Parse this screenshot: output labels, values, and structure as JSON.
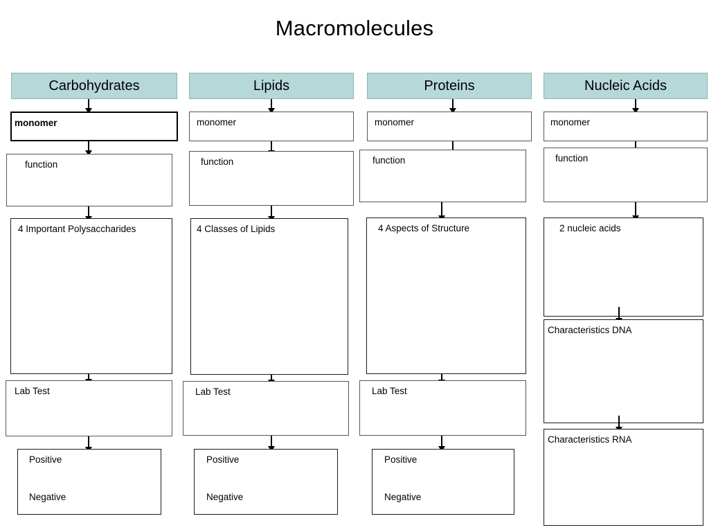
{
  "title": "Macromolecules",
  "colors": {
    "header_fill": "#b6d8d9",
    "header_border": "#8ab4b5",
    "box_border": "#555555",
    "text": "#000000",
    "background": "#ffffff"
  },
  "columns": [
    {
      "id": "carbohydrates",
      "header": "Carbohydrates",
      "nodes": [
        {
          "id": "monomer",
          "label": "monomer"
        },
        {
          "id": "function",
          "label": "function"
        },
        {
          "id": "group",
          "label": "4 Important Polysaccharides"
        },
        {
          "id": "lab-test",
          "label": "Lab Test"
        },
        {
          "id": "result",
          "label": "Positive",
          "label2": "Negative"
        }
      ]
    },
    {
      "id": "lipids",
      "header": "Lipids",
      "nodes": [
        {
          "id": "monomer",
          "label": "monomer"
        },
        {
          "id": "function",
          "label": "function"
        },
        {
          "id": "group",
          "label": "4 Classes of Lipids"
        },
        {
          "id": "lab-test",
          "label": "Lab Test"
        },
        {
          "id": "result",
          "label": "Positive",
          "label2": "Negative"
        }
      ]
    },
    {
      "id": "proteins",
      "header": "Proteins",
      "nodes": [
        {
          "id": "monomer",
          "label": "monomer"
        },
        {
          "id": "function",
          "label": "function"
        },
        {
          "id": "group",
          "label": "4 Aspects of  Structure"
        },
        {
          "id": "lab-test",
          "label": "Lab Test"
        },
        {
          "id": "result",
          "label": "Positive",
          "label2": "Negative"
        }
      ]
    },
    {
      "id": "nucleic-acids",
      "header": "Nucleic Acids",
      "nodes": [
        {
          "id": "monomer",
          "label": "monomer"
        },
        {
          "id": "function",
          "label": "function"
        },
        {
          "id": "group",
          "label": "2 nucleic acids"
        },
        {
          "id": "characteristics-dna",
          "label": "Characteristics DNA"
        },
        {
          "id": "characteristics-rna",
          "label": "Characteristics RNA"
        }
      ]
    }
  ]
}
